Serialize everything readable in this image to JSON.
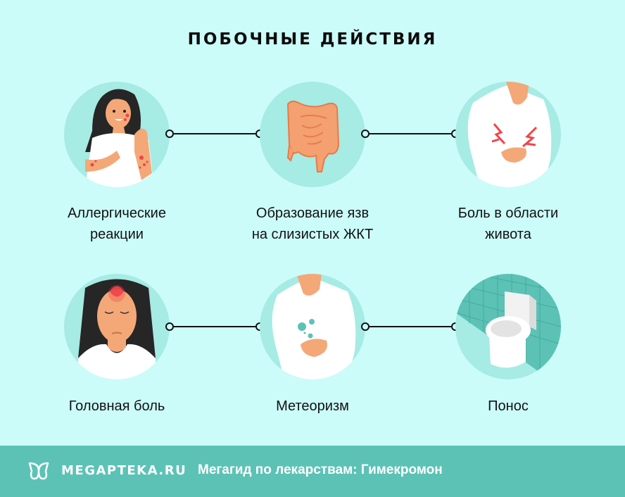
{
  "page": {
    "title": "ПОБОЧНЫЕ ДЕЙСТВИЯ"
  },
  "colors": {
    "background": "#cbfcf9",
    "circle": "#a6ebe4",
    "footer": "#5cc2b6",
    "skin": "#f4a878",
    "pain_red": "#f0444a",
    "bubbles": "#5cc2b6",
    "tile": "#5cc2b6"
  },
  "side_effects": [
    {
      "icon": "allergy-woman-icon",
      "label_line1": "Аллергические",
      "label_line2": "реакции"
    },
    {
      "icon": "intestine-icon",
      "label_line1": "Образование язв",
      "label_line2": "на слизистых ЖКТ"
    },
    {
      "icon": "stomach-pain-icon",
      "label_line1": "Боль в области",
      "label_line2": "живота"
    },
    {
      "icon": "headache-woman-icon",
      "label_line1": "Головная боль",
      "label_line2": ""
    },
    {
      "icon": "bloating-icon",
      "label_line1": "Метеоризм",
      "label_line2": ""
    },
    {
      "icon": "toilet-icon",
      "label_line1": "Понос",
      "label_line2": ""
    }
  ],
  "footer": {
    "brand": "MEGAPTEKA.RU",
    "text": "Мегагид по лекарствам: Гимекромон"
  }
}
